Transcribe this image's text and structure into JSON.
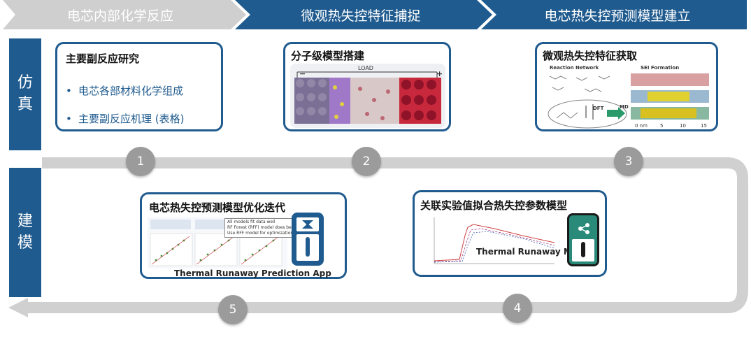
{
  "header": {
    "steps": [
      {
        "label": "电芯内部化学反应",
        "color": "#cfcfcf"
      },
      {
        "label": "微观热失控特征捕捉",
        "color": "#1f5b8f"
      },
      {
        "label": "电芯热失控预测模型建立",
        "color": "#1f5b8f"
      }
    ]
  },
  "side": {
    "simulation": "仿真",
    "modeling": "建模"
  },
  "cards": {
    "c1": {
      "title": "主要副反应研究",
      "bullets": [
        "电芯各部材料化学组成",
        "主要副反应机理 (表格)"
      ]
    },
    "c2": {
      "title": "分子级模型搭建",
      "load": "LOAD",
      "minus": "−",
      "plus": "+"
    },
    "c3": {
      "title": "微观热失控特征获取",
      "reaction_network": "Reaction Network",
      "sei_formation": "SEI Formation",
      "dft": "DFT",
      "md": "MD",
      "axis_ticks": [
        "0 nm",
        "5",
        "10",
        "15"
      ]
    },
    "c4": {
      "title": "电芯热失控预测模型优化迭代",
      "caption": "Thermal Runaway Prediction App",
      "callouts": [
        "All models fit data well",
        "RF Forest (RFF) model does best",
        "Use RFF model for optimization"
      ]
    },
    "c5": {
      "title": "关联实验值拟合热失控参数模型",
      "caption": "Thermal Runaway Model"
    }
  },
  "steps_numbers": [
    "1",
    "2",
    "3",
    "4",
    "5"
  ],
  "colors": {
    "primary": "#1f5b8f",
    "track": "#d0d0d0",
    "circle": "#9b9b9b",
    "accent_green": "#2a8a7a"
  }
}
